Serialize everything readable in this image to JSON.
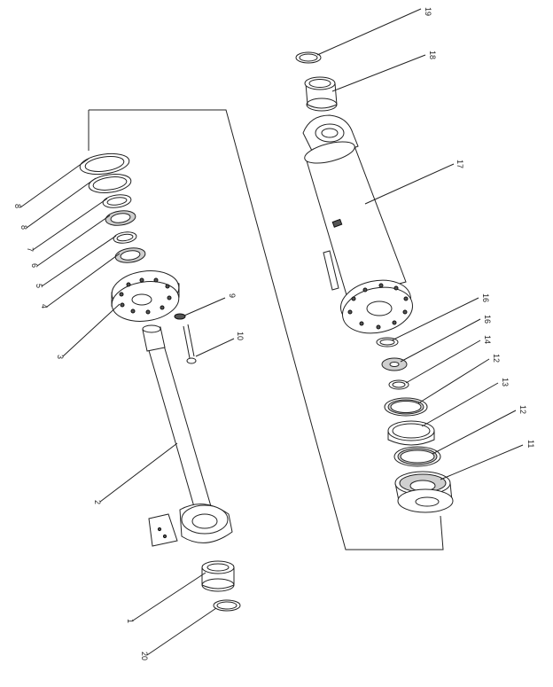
{
  "diagram": {
    "callouts": [
      {
        "id": "19",
        "text": "19"
      },
      {
        "id": "18",
        "text": "18"
      },
      {
        "id": "17",
        "text": "17"
      },
      {
        "id": "16a",
        "text": "16"
      },
      {
        "id": "16b",
        "text": "16"
      },
      {
        "id": "14",
        "text": "14"
      },
      {
        "id": "12a",
        "text": "12"
      },
      {
        "id": "13",
        "text": "13"
      },
      {
        "id": "12b",
        "text": "12"
      },
      {
        "id": "11",
        "text": "11"
      },
      {
        "id": "9",
        "text": "9"
      },
      {
        "id": "10",
        "text": "10"
      },
      {
        "id": "8a",
        "text": "8"
      },
      {
        "id": "8b",
        "text": "8"
      },
      {
        "id": "7",
        "text": "7"
      },
      {
        "id": "6",
        "text": "6"
      },
      {
        "id": "5",
        "text": "5"
      },
      {
        "id": "4",
        "text": "4"
      },
      {
        "id": "3",
        "text": "3"
      },
      {
        "id": "2",
        "text": "2"
      },
      {
        "id": "1",
        "text": "1"
      },
      {
        "id": "20",
        "text": "20"
      }
    ]
  }
}
